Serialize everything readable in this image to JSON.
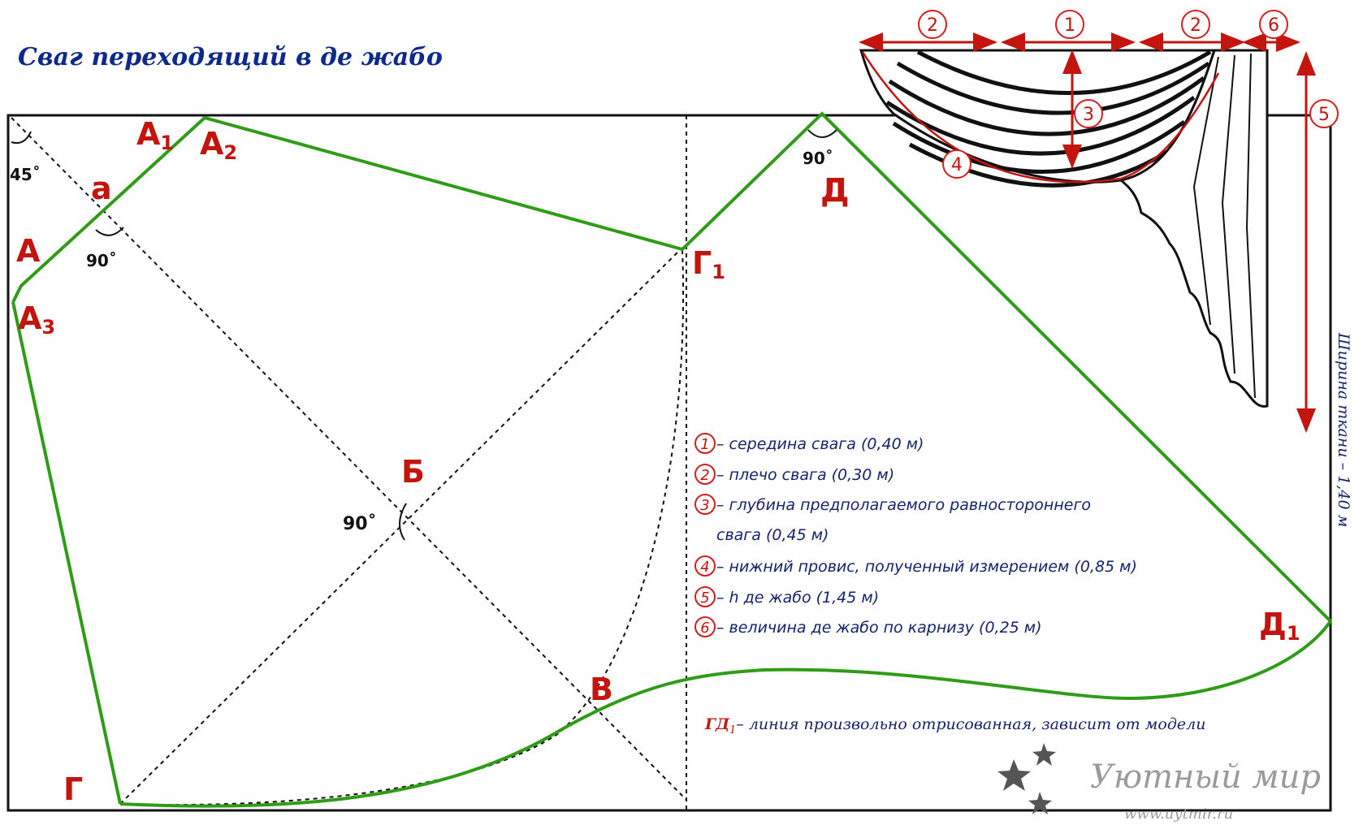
{
  "title": "Сваг переходящий в де жабо",
  "colors": {
    "pattern_line": "#2e9c16",
    "frame": "#111111",
    "dashed": "#111111",
    "point_label": "#c4140e",
    "legend_text": "#14236e",
    "title": "#0d2a8a",
    "marker_ring": "#d41e1e",
    "watermark": "#9a9a9a"
  },
  "points": {
    "A": "А",
    "A1": "А",
    "A1_sub": "1",
    "A2": "А",
    "A2_sub": "2",
    "A3": "А",
    "A3_sub": "3",
    "a": "а",
    "B": "Б",
    "V": "В",
    "G": "Г",
    "G1": "Г",
    "G1_sub": "1",
    "D": "Д",
    "D1": "Д",
    "D1_sub": "1"
  },
  "angles": {
    "corner": "45˚",
    "a": "90˚",
    "B": "90˚",
    "D": "90˚"
  },
  "inset_markers": [
    "2",
    "1",
    "2",
    "6",
    "3",
    "4",
    "5"
  ],
  "fabric_width": "Ширина ткани – 1,40 м",
  "legend": [
    {
      "num": "1",
      "text": "– середина свага (0,40 м)"
    },
    {
      "num": "2",
      "text": "– плечо свага (0,30 м)"
    },
    {
      "num": "3",
      "text": "– глубина предполагаемого равностороннего"
    },
    {
      "num": "",
      "text": "свага (0,45 м)"
    },
    {
      "num": "4",
      "text": "– нижний провис, полученный измерением (0,85 м)"
    },
    {
      "num": "5",
      "text": "– h де жабо (1,45 м)"
    },
    {
      "num": "6",
      "text": "– величина де жабо по карнизу (0,25 м)"
    }
  ],
  "gd1_note": {
    "label": "ГД",
    "sub": "1",
    "text": "– линия произвольно отрисованная, зависит от модели"
  },
  "watermark": {
    "name": "Уютный мир",
    "url": "www.uytmir.ru"
  }
}
